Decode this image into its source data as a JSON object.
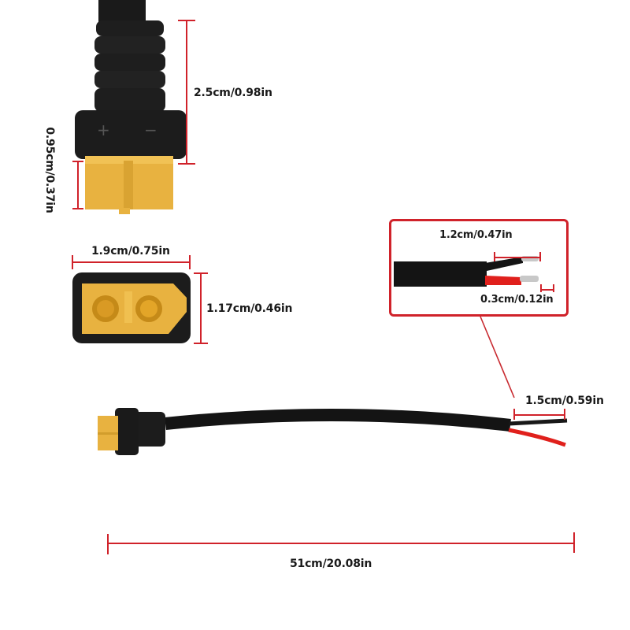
{
  "product": {
    "description": "XT60 female connector pigtail cable with stripped red/black wires",
    "colors": {
      "connector_yellow": "#e8b240",
      "housing_black": "#1c1c1c",
      "dimension_red": "#d0222a",
      "wire_red": "#e0201c",
      "background": "#ffffff"
    }
  },
  "dimensions": {
    "housing_height": "2.5cm/0.98in",
    "plug_height": "0.95cm/0.37in",
    "face_width": "1.9cm/0.75in",
    "face_height": "1.17cm/0.46in",
    "inner_strip": "1.2cm/0.47in",
    "tip_strip": "0.3cm/0.12in",
    "outer_strip": "1.5cm/0.59in",
    "total_length": "51cm/20.08in"
  },
  "markings": {
    "positive": "+",
    "negative": "−"
  }
}
